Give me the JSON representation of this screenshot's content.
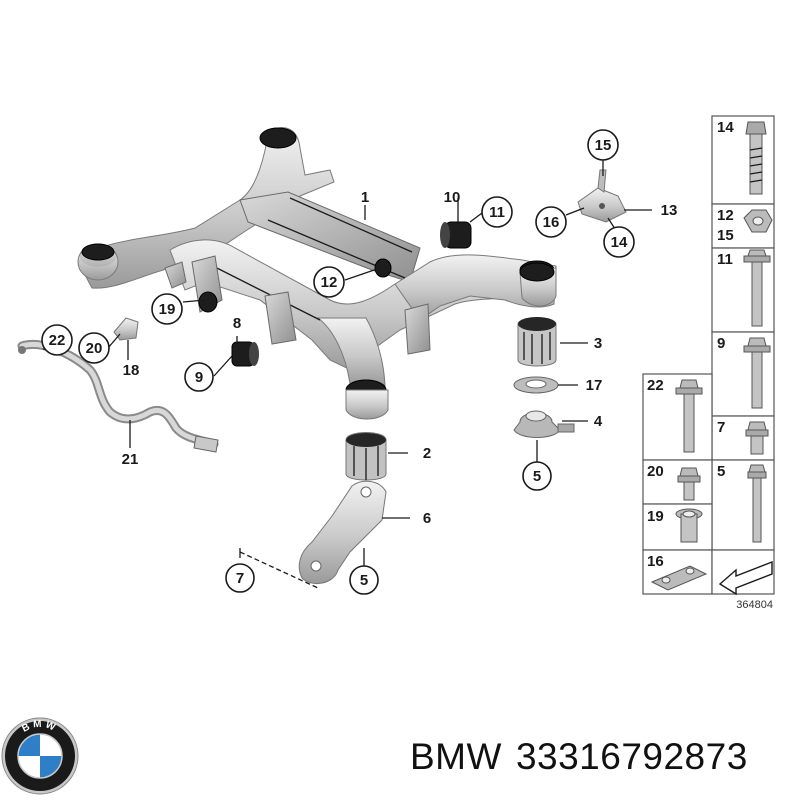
{
  "callouts": [
    {
      "text": "1",
      "circled": false
    },
    {
      "text": "2",
      "circled": false
    },
    {
      "text": "3",
      "circled": false
    },
    {
      "text": "4",
      "circled": false
    },
    {
      "text": "5",
      "circled": true
    },
    {
      "text": "6",
      "circled": false
    },
    {
      "text": "7",
      "circled": true
    },
    {
      "text": "5",
      "circled": true
    },
    {
      "text": "8",
      "circled": false
    },
    {
      "text": "9",
      "circled": true
    },
    {
      "text": "10",
      "circled": false
    },
    {
      "text": "11",
      "circled": true
    },
    {
      "text": "12",
      "circled": true
    },
    {
      "text": "13",
      "circled": false
    },
    {
      "text": "14",
      "circled": true
    },
    {
      "text": "15",
      "circled": true
    },
    {
      "text": "16",
      "circled": true
    },
    {
      "text": "17",
      "circled": false
    },
    {
      "text": "18",
      "circled": false
    },
    {
      "text": "19",
      "circled": true
    },
    {
      "text": "20",
      "circled": true
    },
    {
      "text": "21",
      "circled": false
    },
    {
      "text": "22",
      "circled": true
    }
  ],
  "fastener_table": {
    "right_column": [
      {
        "labels": [
          "14"
        ]
      },
      {
        "labels": [
          "12",
          "15"
        ]
      },
      {
        "labels": [
          "11"
        ]
      },
      {
        "labels": [
          "9"
        ]
      },
      {
        "labels": [
          "7"
        ]
      },
      {
        "labels": [
          "5"
        ]
      }
    ],
    "left_column": [
      {
        "labels": [
          "22"
        ]
      },
      {
        "labels": [
          "20"
        ]
      },
      {
        "labels": [
          "19"
        ]
      },
      {
        "labels": [
          "16"
        ]
      }
    ],
    "diagram_number": "364804"
  },
  "footer": {
    "brand": "BMW",
    "part_number": "33316792873"
  },
  "logo": {
    "letters": "BMW",
    "colors": {
      "ring": "#1a1a1a",
      "blue": "#2f7fc8",
      "white": "#ffffff",
      "chrome": "#c8c8c8"
    }
  }
}
